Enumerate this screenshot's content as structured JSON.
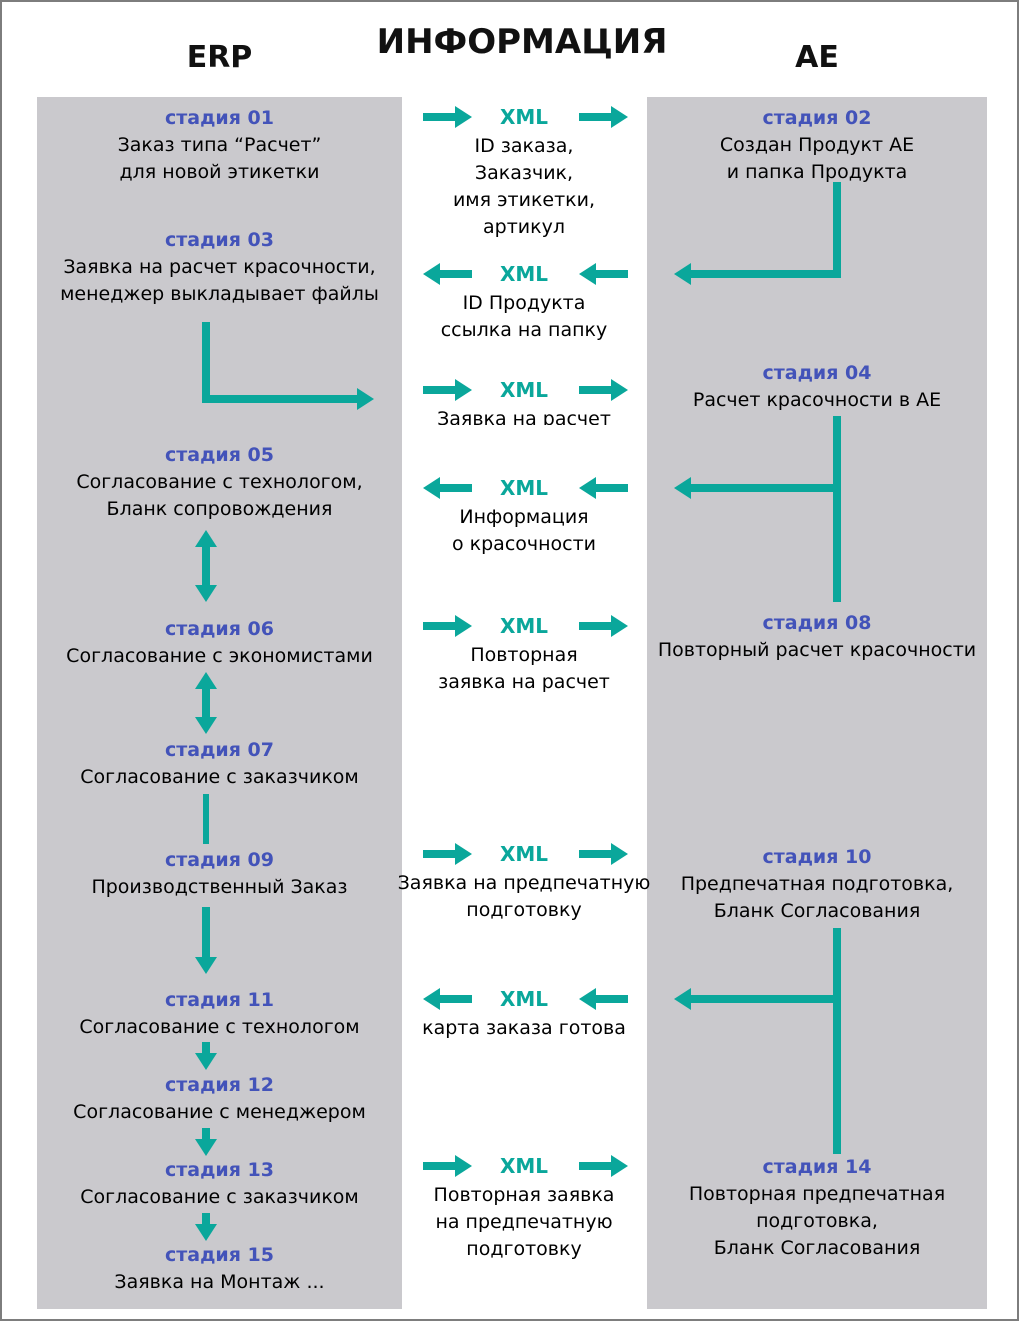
{
  "colors": {
    "teal": "#0aa79b",
    "stage_label": "#4353b9",
    "panel": "#cac9cd"
  },
  "header": {
    "erp": "ERP",
    "info": "ИНФОРМАЦИЯ",
    "ae": "AE"
  },
  "erp_stages": [
    {
      "label": "стадия 01",
      "text": "Заказ типа “Расчет”\nдля новой этикетки"
    },
    {
      "label": "стадия 03",
      "text": "Заявка на расчет красочности,\nменеджер выкладывает файлы"
    },
    {
      "label": "стадия 05",
      "text": "Согласование с технологом,\nБланк сопровождения"
    },
    {
      "label": "стадия 06",
      "text": "Согласование с экономистами"
    },
    {
      "label": "стадия 07",
      "text": "Согласование с заказчиком"
    },
    {
      "label": "стадия 09",
      "text": "Производственный Заказ"
    },
    {
      "label": "стадия 11",
      "text": "Согласование с технологом"
    },
    {
      "label": "стадия 12",
      "text": "Согласование с менеджером"
    },
    {
      "label": "стадия 13",
      "text": "Согласование с заказчиком"
    },
    {
      "label": "стадия 15",
      "text": "Заявка на Монтаж ..."
    }
  ],
  "ae_stages": [
    {
      "label": "стадия 02",
      "text": "Создан Продукт АЕ\nи папка Продукта"
    },
    {
      "label": "стадия 04",
      "text": "Расчет красочности в АЕ"
    },
    {
      "label": "стадия 08",
      "text": "Повторный расчет красочности"
    },
    {
      "label": "стадия 10",
      "text": "Предпечатная подготовка,\nБланк Согласования"
    },
    {
      "label": "стадия 14",
      "text": "Повторная предпечатная\nподготовка,\nБланк Согласования"
    }
  ],
  "xml_exchanges": [
    {
      "label": "XML",
      "direction": "erp-to-ae",
      "text": "ID заказа,\nЗаказчик,\nимя этикетки,\nартикул"
    },
    {
      "label": "XML",
      "direction": "ae-to-erp",
      "text": "ID Продукта\nссылка на папку"
    },
    {
      "label": "XML",
      "direction": "erp-to-ae",
      "text": "Заявка на расчет"
    },
    {
      "label": "XML",
      "direction": "ae-to-erp",
      "text": "Информация\nо красочности"
    },
    {
      "label": "XML",
      "direction": "erp-to-ae",
      "text": "Повторная\nзаявка на расчет"
    },
    {
      "label": "XML",
      "direction": "erp-to-ae",
      "text": "Заявка на предпечатную\nподготовку"
    },
    {
      "label": "XML",
      "direction": "ae-to-erp",
      "text": "карта заказа готова"
    },
    {
      "label": "XML",
      "direction": "erp-to-ae",
      "text": "Повторная заявка\nна предпечатную\nподготовку"
    }
  ]
}
